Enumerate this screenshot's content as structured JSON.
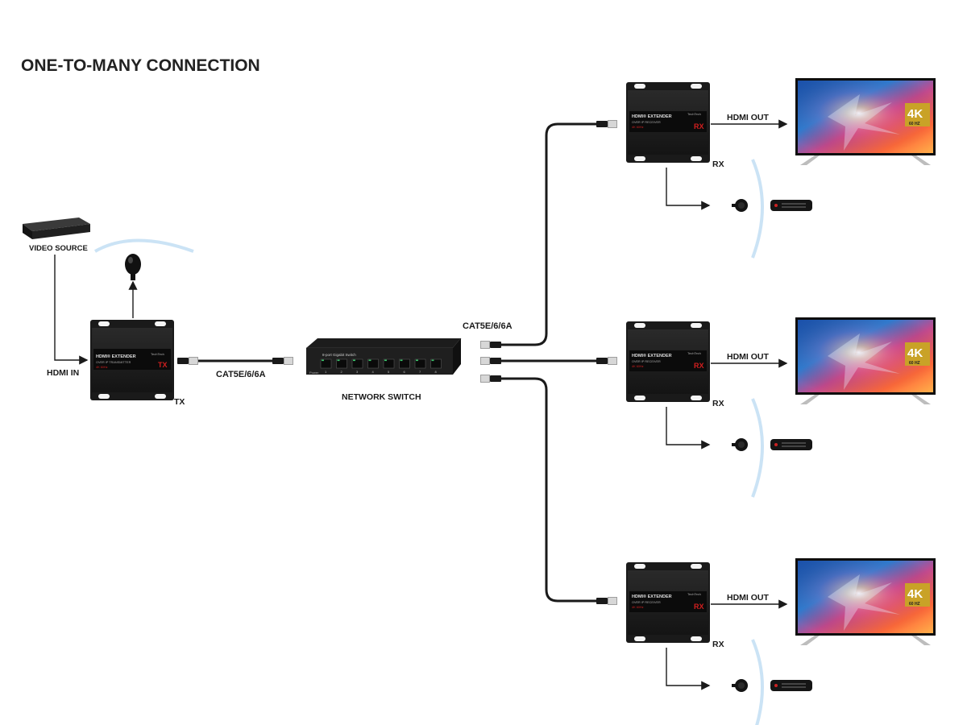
{
  "title": "ONE-TO-MANY CONNECTION",
  "labels": {
    "video_source": "VIDEO SOURCE",
    "hdmi_in": "HDMI IN",
    "tx": "TX",
    "cable_tx": "CAT5E/6/6A",
    "network_switch": "NETWORK SWITCH",
    "cable_rx": "CAT5E/6/6A",
    "hdmi_out": "HDMI OUT",
    "rx": "RX"
  },
  "device_text": {
    "extender_title": "HDMI® EXTENDER",
    "tx_subtitle": "OVER IP TRANSMITTER",
    "rx_subtitle": "OVER IP RECEIVER",
    "resolution": "4K 60Hz",
    "tx_badge": "TX",
    "rx_badge": "RX",
    "brand": "TechTech",
    "switch_name": "8-port Gigabit Switch",
    "switch_power": "Power",
    "switch_ports": [
      "1",
      "2",
      "3",
      "4",
      "5",
      "6",
      "7",
      "8"
    ],
    "tv_badge_main": "4K",
    "tv_badge_sub": "60 HZ"
  },
  "colors": {
    "device": "#1c1c1c",
    "cable": "#1a1a1a",
    "accent_red": "#d21f1f",
    "badge_gold": "#c9a227",
    "ir_wave": "#8fc3e6"
  },
  "icons": [
    "ir-emitter-icon",
    "ir-receiver-icon",
    "remote-control-icon",
    "rj45-connector-icon",
    "arrow-icon"
  ]
}
